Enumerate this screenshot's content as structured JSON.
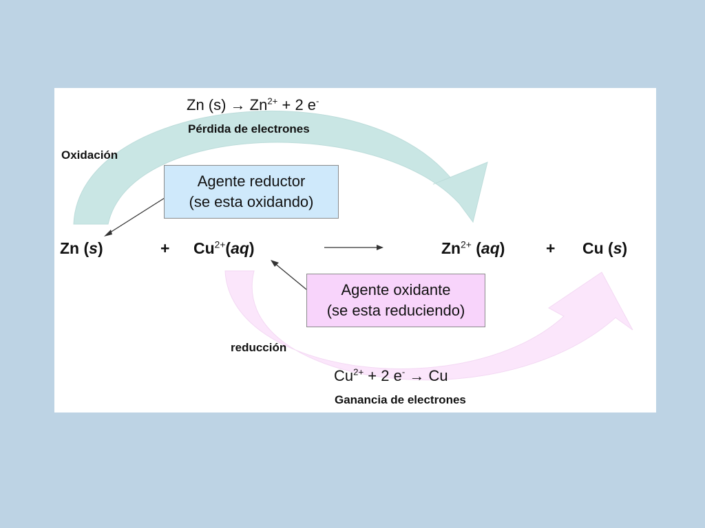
{
  "oxidation": {
    "half_reaction": {
      "left": "Zn (s) → Zn",
      "charge": "2+",
      "right": " + 2 e",
      "electron": "-"
    },
    "caption": "Pérdida de electrones",
    "label": "Oxidación",
    "arrow_color": "#c9e6e4"
  },
  "reduction": {
    "half_reaction": {
      "left": "Cu",
      "charge": "2+",
      "middle": " + 2 e",
      "electron": "-",
      "right": " → Cu"
    },
    "caption": "Ganancia de electrones",
    "label": "reducción",
    "arrow_color": "#fbe6fb"
  },
  "reducing_agent": {
    "line1": "Agente reductor",
    "line2": "(se esta oxidando)"
  },
  "oxidizing_agent": {
    "line1": "Agente oxidante",
    "line2": "(se esta reduciendo)"
  },
  "equation": {
    "zn": "Zn (",
    "zn_state": "s",
    "zn_close": ")",
    "plus1": "+",
    "cu_ion": "Cu",
    "cu_charge": "2+",
    "cu_open": "(",
    "cu_state": "aq",
    "cu_close": ")",
    "zn_ion": "Zn",
    "zn_charge": "2+",
    "zn_ion_open": " (",
    "zn_ion_state": "aq",
    "zn_ion_close": ")",
    "plus2": "+",
    "cu": "Cu (",
    "cu_s_state": "s",
    "cu_s_close": ")"
  }
}
